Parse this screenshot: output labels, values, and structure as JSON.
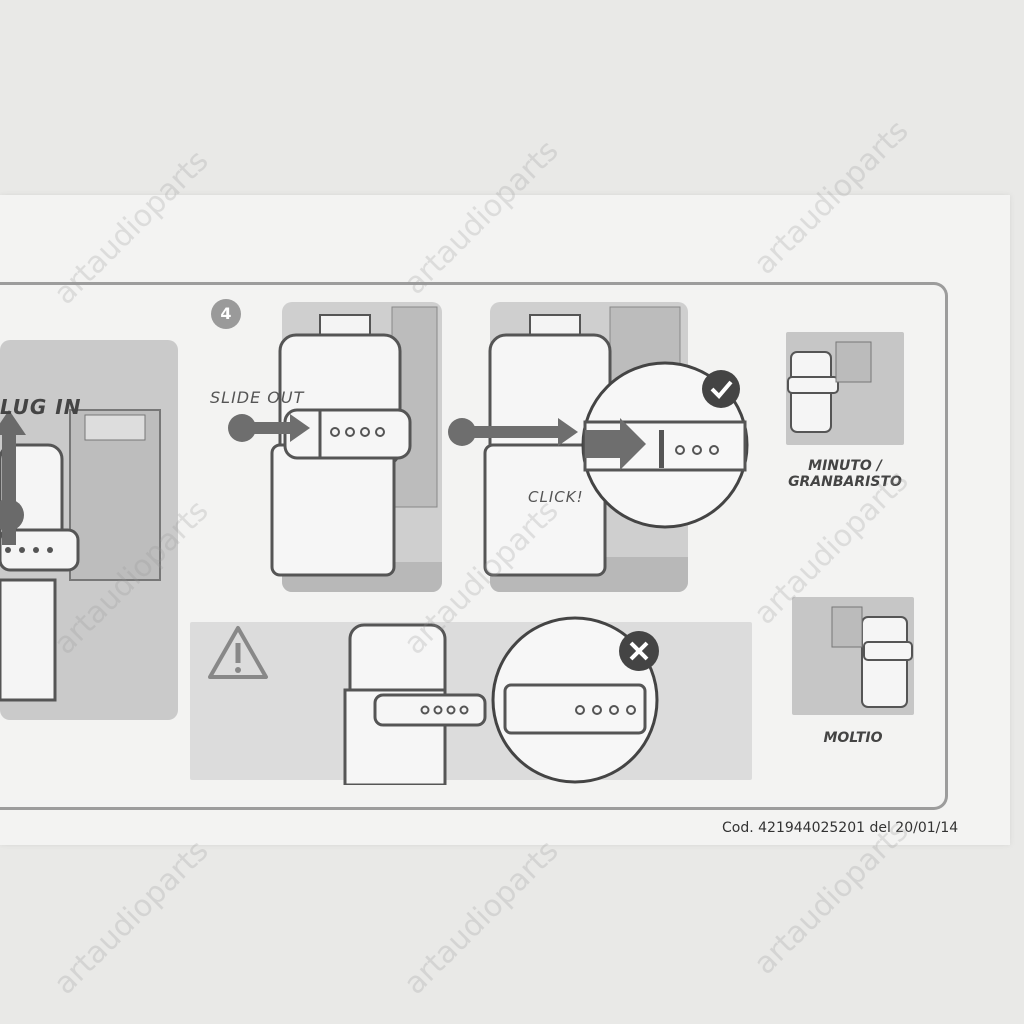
{
  "step_number": "4",
  "labels": {
    "plug_in": "LUG IN",
    "slide_out": "SLIDE OUT",
    "click": "CLICK!"
  },
  "models": {
    "top": "MINUTO / GRANBARISTO",
    "bottom": "MOLTIO"
  },
  "footer_code": "Cod. 421944025201 del 20/01/14",
  "watermark": "artaudioparts",
  "icons": [
    "warning-icon",
    "check-icon",
    "cross-icon"
  ]
}
